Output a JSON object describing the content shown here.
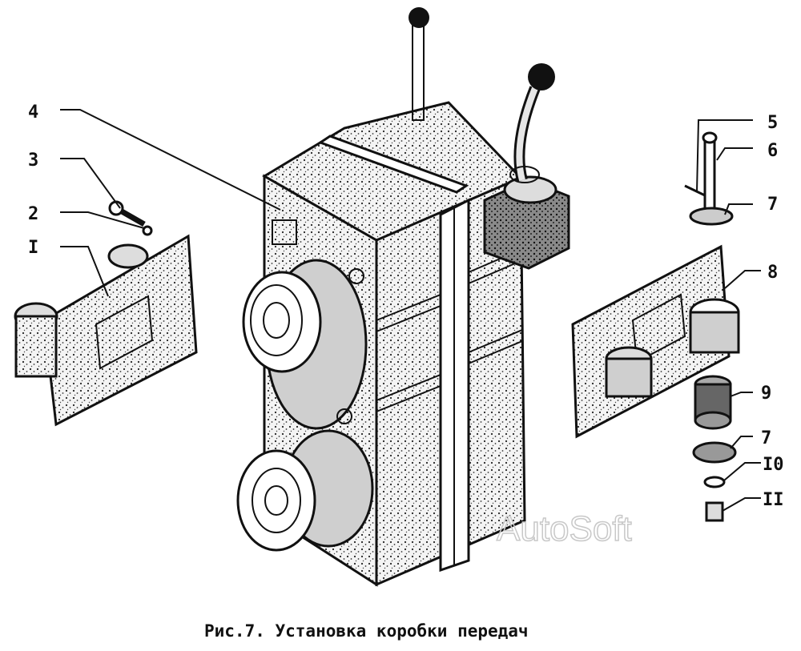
{
  "figure": {
    "caption": "Рис.7. Установка коробки передач",
    "watermark": "AutoSoft",
    "labels": [
      {
        "id": "4",
        "text": "4"
      },
      {
        "id": "3",
        "text": "3"
      },
      {
        "id": "2",
        "text": "2"
      },
      {
        "id": "I",
        "text": "I"
      },
      {
        "id": "5",
        "text": "5"
      },
      {
        "id": "6",
        "text": "6"
      },
      {
        "id": "7a",
        "text": "7"
      },
      {
        "id": "8",
        "text": "8"
      },
      {
        "id": "9",
        "text": "9"
      },
      {
        "id": "7b",
        "text": "7"
      },
      {
        "id": "10",
        "text": "I0"
      },
      {
        "id": "11",
        "text": "II"
      }
    ]
  }
}
